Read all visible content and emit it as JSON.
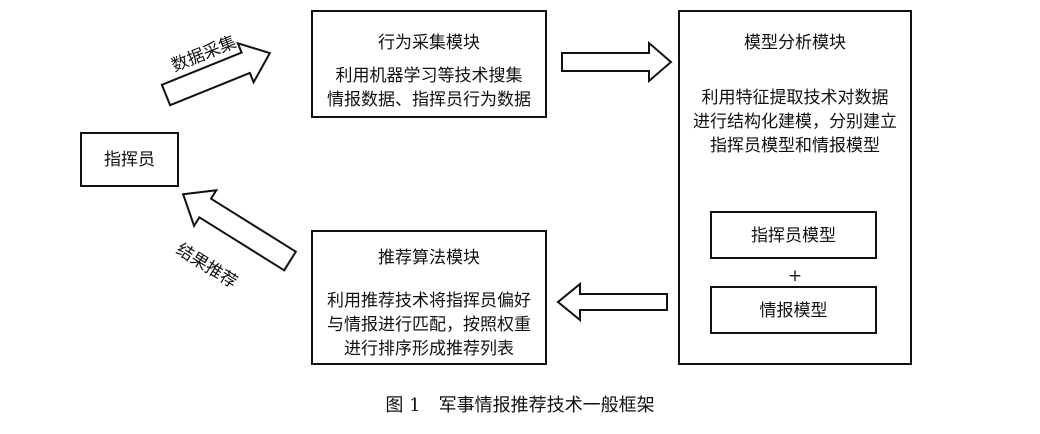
{
  "commander": {
    "label": "指挥员"
  },
  "collect": {
    "title": "行为采集模块",
    "lines": [
      "利用机器学习等技术搜集",
      "情报数据、指挥员行为数据"
    ]
  },
  "analysis": {
    "title": "模型分析模块",
    "lines": [
      "利用特征提取技术对数据",
      "进行结构化建模，分别建立",
      "指挥员模型和情报模型"
    ],
    "commander_model": "指挥员模型",
    "plus": "+",
    "intel_model": "情报模型"
  },
  "recommend": {
    "title": "推荐算法模块",
    "lines": [
      "利用推荐技术将指挥员偏好",
      "与情报进行匹配，按照权重",
      "进行排序形成推荐列表"
    ]
  },
  "arrows": {
    "data_collect": "数据采集",
    "result_recommend": "结果推荐"
  },
  "caption": "图 1　军事情报推荐技术一般框架"
}
